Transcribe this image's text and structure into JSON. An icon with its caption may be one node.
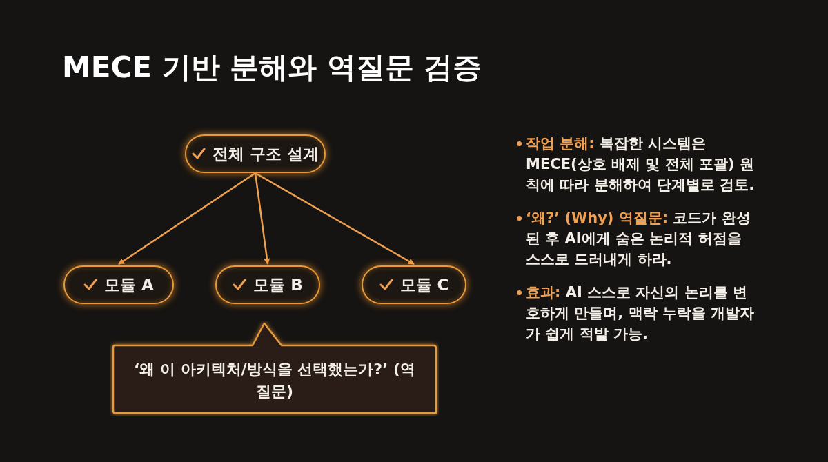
{
  "diagram": {
    "title": "MECE 기반 분해와 역질문 검증",
    "nodes": [
      {
        "text": [
          "전체 구조 설계"
        ]
      },
      {
        "text": [
          "모듈 A"
        ]
      },
      {
        "text": [
          "모듈 B"
        ]
      },
      {
        "text": [
          "모듈 C"
        ]
      },
      {
        "text": [
          "‘왜 이 아키텍처/방식을 선택했는가?’ (역질문)"
        ]
      }
    ],
    "edges": [
      {
        "from": 0,
        "to": 1,
        "arrow": "to"
      },
      {
        "from": 0,
        "to": 2,
        "arrow": "to"
      },
      {
        "from": 0,
        "to": 3,
        "arrow": "to"
      }
    ],
    "labels": [
      "**작업 분해:** 복잡한 시스템은 MECE(상호 배제 및 전체 포괄) 원칙에 따라 분해하여 단계별로 검토.",
      "**‘왜?’ (Why) 역질문:** 코드가 완성된 후 AI에게 숨은 논리적 허점을 스스로 드러내게 하라.",
      "**효과:** AI 스스로 자신의 논리를 변호하게 만들며, 맥락 누락을 개발자가 쉽게 적발 가능."
    ]
  }
}
